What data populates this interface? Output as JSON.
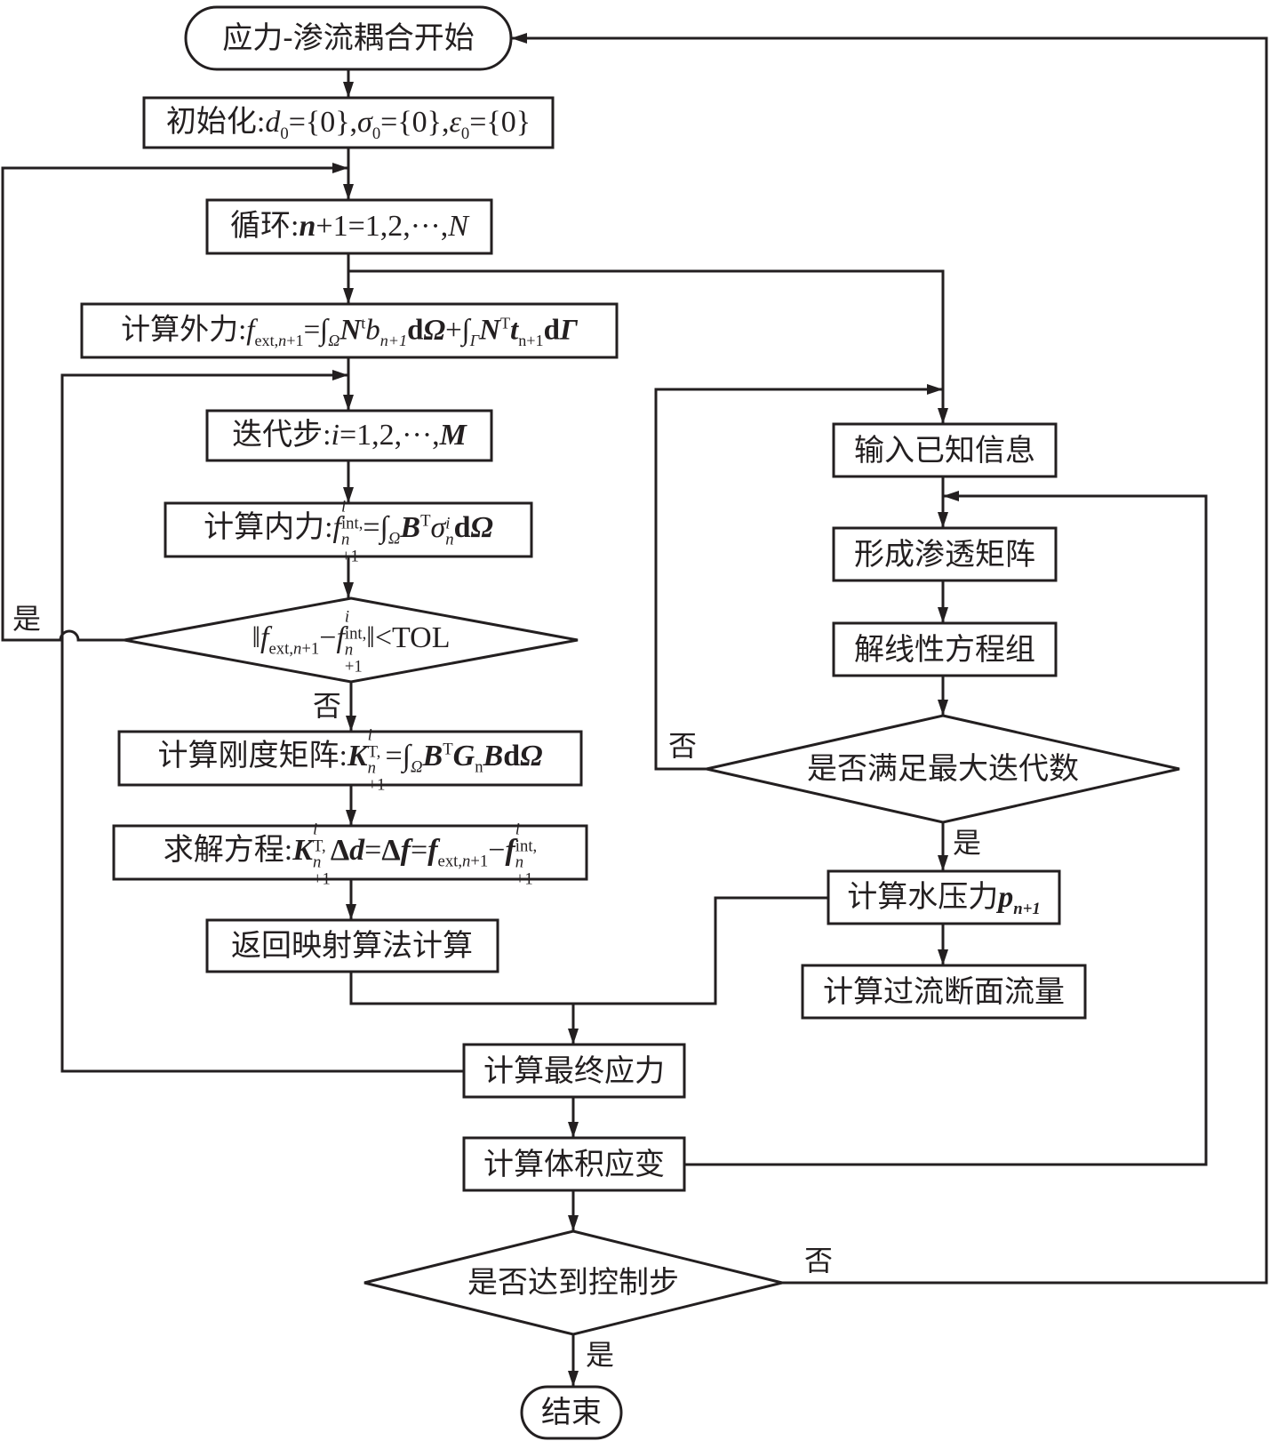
{
  "diagram": {
    "title": "应力-渗流耦合流程",
    "line_color": "#231f20",
    "background": "#ffffff"
  },
  "nodes": {
    "start": {
      "text": "应力-渗流耦合开始"
    },
    "init": {
      "prefix": "初始化:",
      "d": "d",
      "sigma": "σ",
      "eps": "ε",
      "sub0": "0",
      "eq": "={0}",
      "comma": ","
    },
    "loop": {
      "prefix": "循环:",
      "n": "n",
      "rest": "+1=1,2,···,",
      "N": "N"
    },
    "ext_force": {
      "prefix": "计算外力:",
      "f": "f",
      "sub_ext": "ext,",
      "sub_n": "n",
      "sub_p1": "+1",
      "eq": "=∫",
      "omega": "Ω",
      "N": "N",
      "sup_t": "t",
      "b": "b",
      "sub_n1": "n+1",
      "dOmega_d": "d",
      "plus": "+∫",
      "gamma": "Γ",
      "sup_T": "T",
      "t": "t",
      "sub_n1b": "n+1",
      "dGamma_d": "d"
    },
    "iter": {
      "prefix": "迭代步:",
      "i": "i",
      "rest": "=1,2,···,",
      "M": "M"
    },
    "int_force": {
      "prefix": "计算内力:",
      "f": "f",
      "sup_i": "i",
      "sub_int": "int,",
      "sub_n": "n",
      "sub_p1": "+1",
      "eq": "=∫",
      "omega": "Ω",
      "B": "B",
      "sup_T": "T",
      "sigma": "σ",
      "sub_nn": "n",
      "d": "d"
    },
    "converge": {
      "bars": "‖",
      "f": "f",
      "sub_ext": "ext,",
      "sub_n": "n",
      "sub_p1": "+1",
      "minus": "−",
      "sup_i": "i",
      "sub_int": "int,",
      "tol": "<TOL"
    },
    "stiffness": {
      "prefix": "计算刚度矩阵:",
      "K": "K",
      "sup_i": "i",
      "sub_T": "T,",
      "sub_n": "n",
      "sub_p1": "+1",
      "eq": "=∫",
      "omega": "Ω",
      "B": "B",
      "sup_T": "T",
      "G": "G",
      "sub_gn": "n",
      "d": "d"
    },
    "solve": {
      "prefix": "求解方程:",
      "K": "K",
      "sup_i": "i",
      "sub_T": "T,",
      "sub_n": "n",
      "sub_p1": "+1",
      "delta": "Δ",
      "d": "d",
      "eq": "=",
      "f": "f",
      "sub_ext": "ext,",
      "sub_int": "int,",
      "minus": "−"
    },
    "return_map": {
      "text": "返回映射算法计算"
    },
    "final_stress": {
      "text": "计算最终应力"
    },
    "vol_strain": {
      "text": "计算体积应变"
    },
    "control_step": {
      "text": "是否达到控制步"
    },
    "end": {
      "text": "结束"
    },
    "input_info": {
      "text": "输入已知信息"
    },
    "perm_matrix": {
      "text": "形成渗透矩阵"
    },
    "linear_solve": {
      "text": "解线性方程组"
    },
    "max_iter": {
      "text": "是否满足最大迭代数"
    },
    "water_pressure": {
      "prefix": "计算水压力",
      "p": "p",
      "sub": "n+1"
    },
    "flow_rate": {
      "text": "计算过流断面流量"
    }
  },
  "edge_labels": {
    "converge_yes": "是",
    "converge_no": "否",
    "max_iter_no": "否",
    "max_iter_yes": "是",
    "control_no": "否",
    "control_yes": "是"
  }
}
